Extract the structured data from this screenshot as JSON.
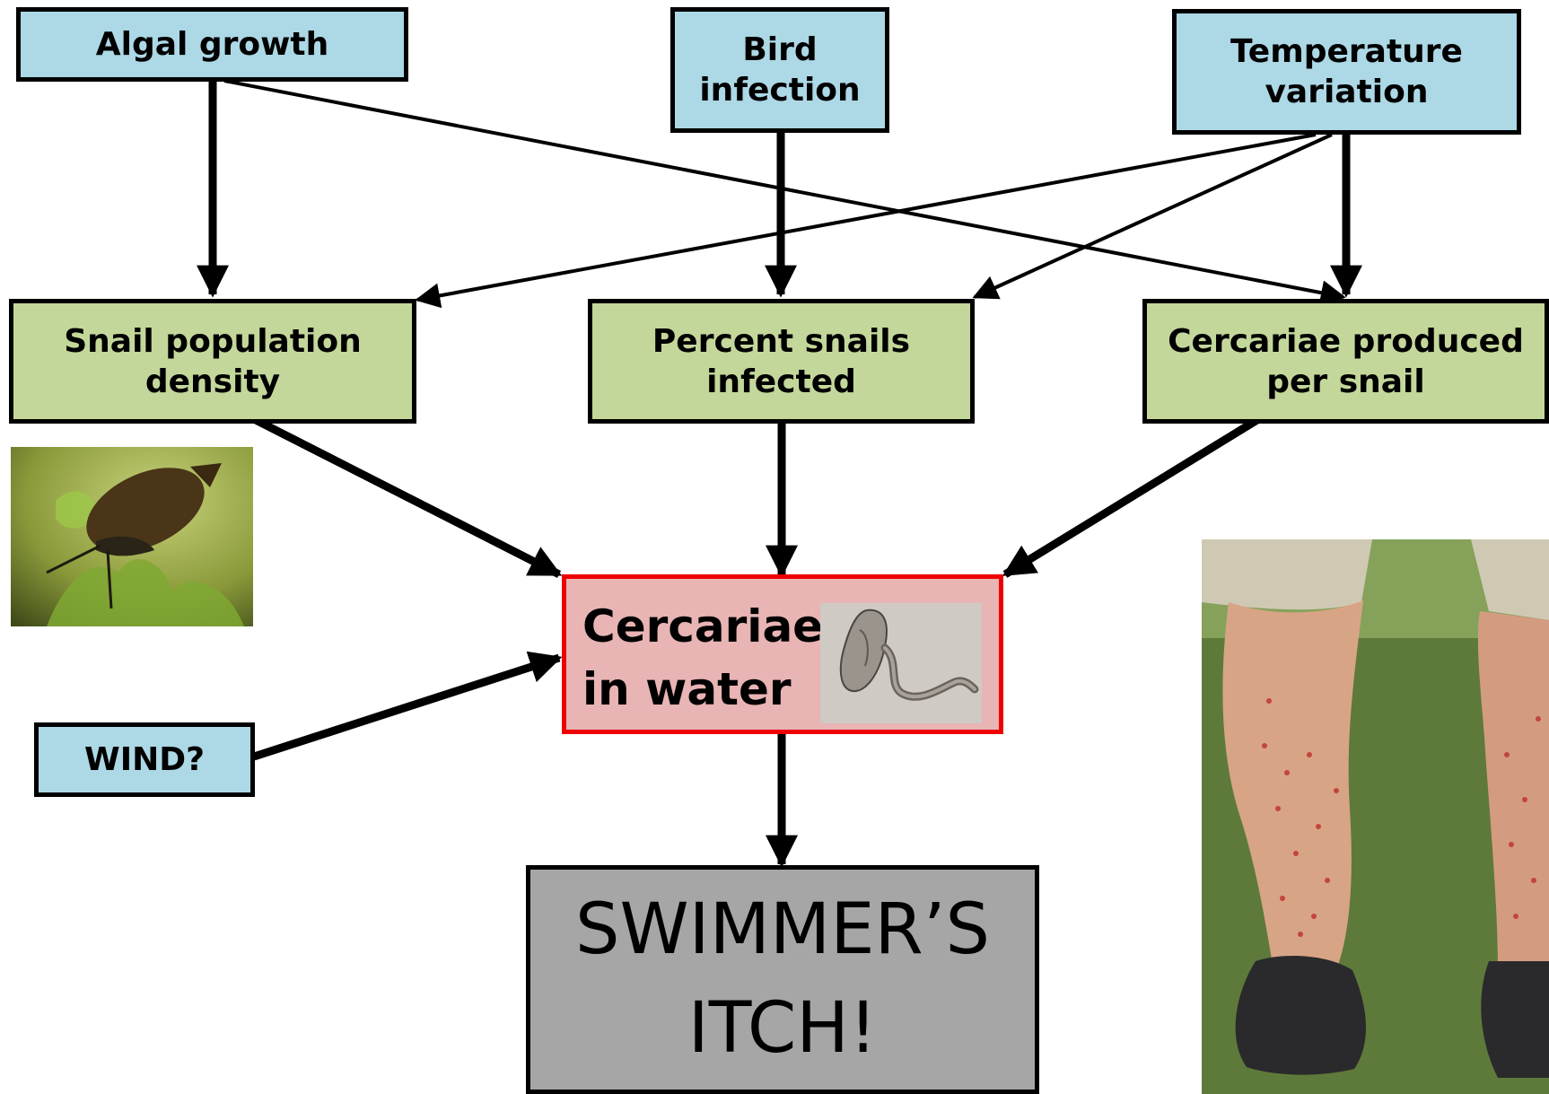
{
  "nodes": {
    "algal_growth": "Algal growth",
    "bird_infection": "Bird\ninfection",
    "temperature_variation": "Temperature\nvariation",
    "snail_density": "Snail population\ndensity",
    "percent_infected": "Percent snails\ninfected",
    "cercariae_per_snail": "Cercariae produced\nper snail",
    "wind": "WIND?",
    "cercariae_water": "Cercariae\nin water",
    "swimmers_itch": "SWIMMER’S\nITCH!"
  },
  "edges": [
    {
      "from": "Algal growth",
      "to": "Snail population density"
    },
    {
      "from": "Algal growth",
      "to": "Cercariae produced per snail"
    },
    {
      "from": "Bird infection",
      "to": "Percent snails infected"
    },
    {
      "from": "Temperature variation",
      "to": "Snail population density"
    },
    {
      "from": "Temperature variation",
      "to": "Percent snails infected"
    },
    {
      "from": "Temperature variation",
      "to": "Cercariae produced per snail"
    },
    {
      "from": "Snail population density",
      "to": "Cercariae in water"
    },
    {
      "from": "Percent snails infected",
      "to": "Cercariae in water"
    },
    {
      "from": "Cercariae produced per snail",
      "to": "Cercariae in water"
    },
    {
      "from": "WIND?",
      "to": "Cercariae in water"
    },
    {
      "from": "Cercariae in water",
      "to": "SWIMMER’S ITCH!"
    }
  ],
  "colors": {
    "input_box": "#add8e6",
    "intermediate_box": "#c4d79b",
    "cercariae_box": "#e8b4b4",
    "cercariae_border": "#ee0000",
    "outcome_box": "#a6a6a6"
  },
  "images": {
    "snail": "snail-photo",
    "cercaria": "cercaria-micrograph",
    "rash": "rash-legs-photo"
  }
}
